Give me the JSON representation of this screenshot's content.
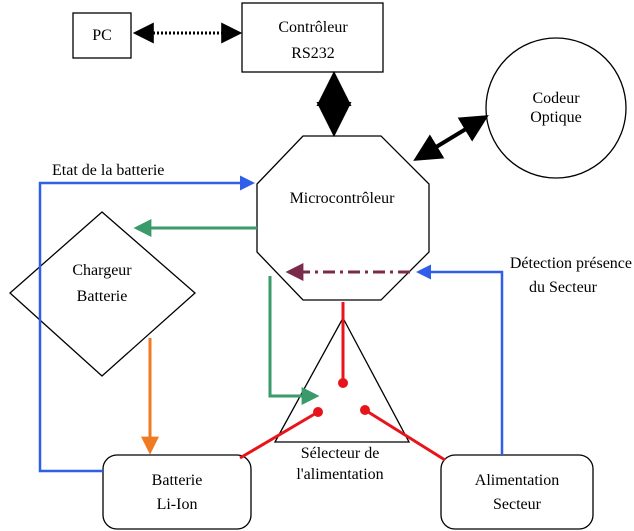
{
  "nodes": {
    "pc": "PC",
    "controleur": [
      "Contrôleur",
      "RS232"
    ],
    "codeur": [
      "Codeur",
      "Optique"
    ],
    "micro": "Microcontrôleur",
    "chargeur": [
      "Chargeur",
      "Batterie"
    ],
    "selecteur": [
      "Sélecteur de",
      "l'alimentation"
    ],
    "batterie": [
      "Batterie",
      "Li-Ion"
    ],
    "alimentation": [
      "Alimentation",
      "Secteur"
    ]
  },
  "labels": {
    "etat": "Etat de la batterie",
    "detection": [
      "Détection présence",
      "du Secteur"
    ]
  },
  "colors": {
    "green": "#3a9a6a",
    "blue": "#2f5ee8",
    "orange": "#f07a22",
    "red": "#e8141c",
    "purple": "#7a2a4a",
    "black": "#000000"
  }
}
